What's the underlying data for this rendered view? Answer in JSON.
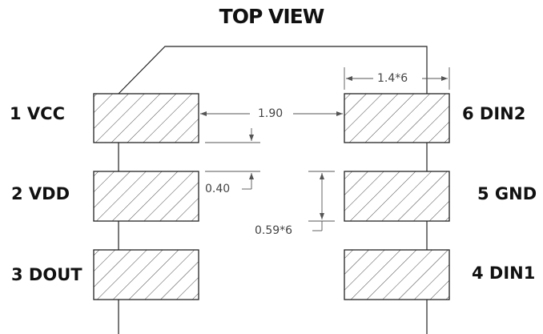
{
  "title": "TOP VIEW",
  "pins": {
    "p1": "1 VCC",
    "p2": "2 VDD",
    "p3": "3 DOUT",
    "p4": "4 DIN1",
    "p5": "5 GND",
    "p6": "6 DIN2"
  },
  "dimensions": {
    "pad_pitch": "1.4*6",
    "pad_gap": "1.90",
    "pad_spacing": "0.40",
    "pad_height": "0.59*6"
  },
  "colors": {
    "line": "#222222",
    "dimension_line": "#555555",
    "hatch": "#333333"
  }
}
